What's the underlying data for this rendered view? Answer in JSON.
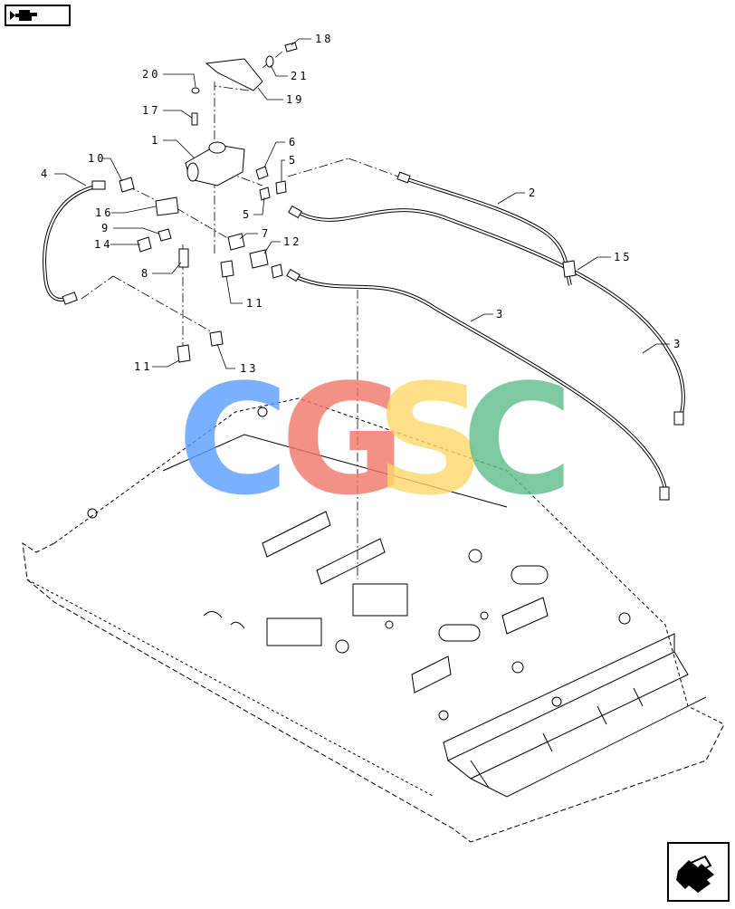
{
  "callouts": {
    "c1": "1",
    "c2": "2",
    "c3a": "3",
    "c3b": "3",
    "c4": "4",
    "c5a": "5",
    "c5b": "5",
    "c6": "6",
    "c7": "7",
    "c8": "8",
    "c9": "9",
    "c10": "10",
    "c11a": "11",
    "c11b": "11",
    "c12": "12",
    "c13": "13",
    "c14": "14",
    "c15": "15",
    "c16": "16",
    "c17": "17",
    "c18": "18",
    "c19": "19",
    "c20": "20",
    "c21": "21"
  },
  "watermark": {
    "letters": [
      "C",
      "G",
      "S",
      "C"
    ],
    "colors": [
      "#5b9cff",
      "#f2766a",
      "#fdd86a",
      "#5dbd8a"
    ]
  },
  "icons": {
    "nav_back": "hand-pointer-back-icon",
    "nav_forward": "hand-pointer-forward-icon"
  }
}
